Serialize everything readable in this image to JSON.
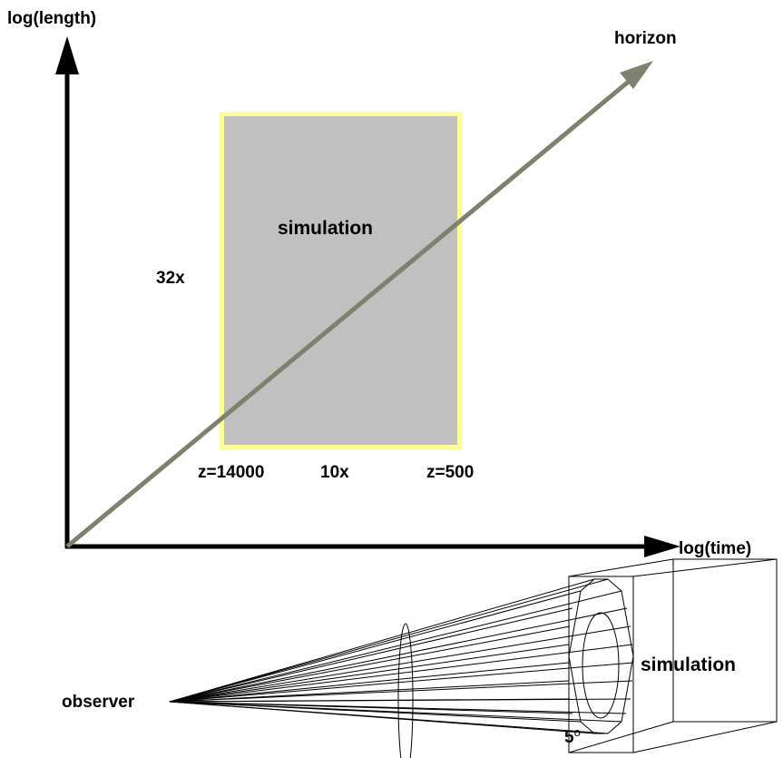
{
  "axes": {
    "y_label": "log(length)",
    "x_label": "log(time)"
  },
  "diagram": {
    "horizon_label": "horizon",
    "box_label": "simulation",
    "box_height_ratio": "32x",
    "box_width_ratio": "10x",
    "z_left": "z=14000",
    "z_right": "z=500"
  },
  "cone": {
    "observer_label": "observer",
    "cube_label": "simulation",
    "angle_value": "5",
    "angle_symbol": "o"
  },
  "colors": {
    "box_fill": "#c0c0c0",
    "box_border": "#ffff99",
    "horizon_arrow": "#80806e",
    "axis": "#000000"
  }
}
